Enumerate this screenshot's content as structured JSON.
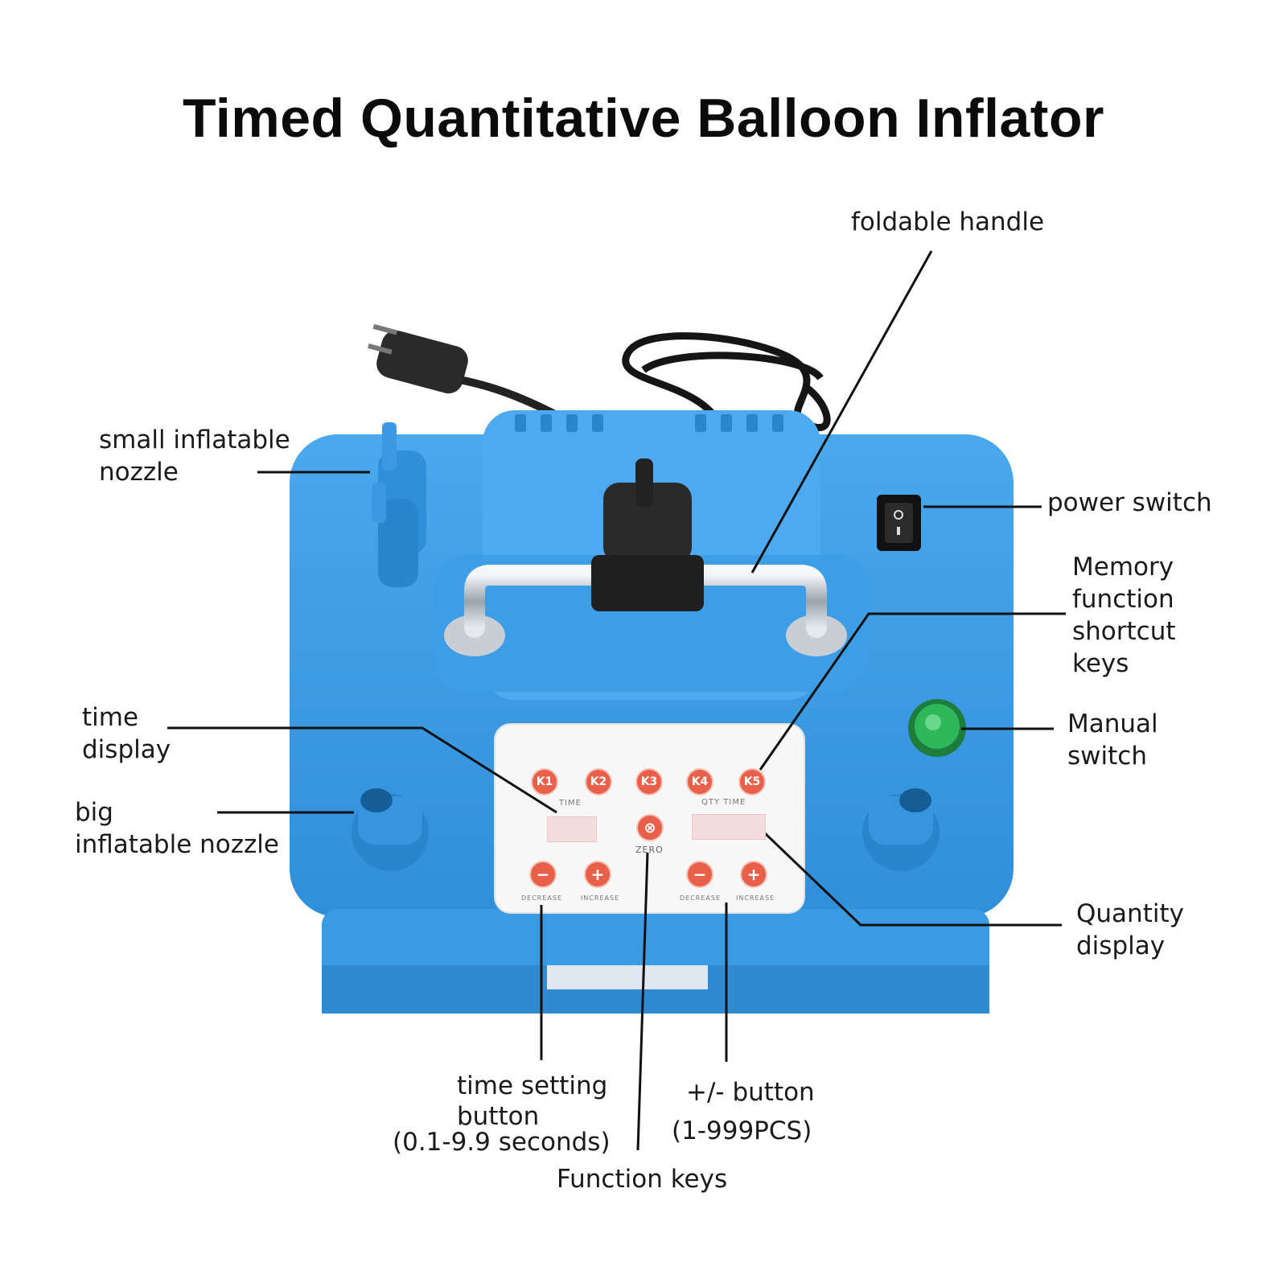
{
  "title": "Timed Quantitative Balloon Inflator",
  "labels": {
    "foldable_handle": "foldable handle",
    "small_nozzle": [
      "small inflatable",
      "nozzle"
    ],
    "power_switch": "power switch",
    "memory_keys": [
      "Memory",
      "function",
      "shortcut",
      "keys"
    ],
    "time_display": [
      "time",
      "display"
    ],
    "manual_switch": [
      "Manual",
      "switch"
    ],
    "big_nozzle": [
      "big",
      "inflatable nozzle"
    ],
    "quantity_display": [
      "Quantity",
      "display"
    ],
    "time_setting": [
      "time setting",
      "button",
      "(0.1-9.9 seconds)"
    ],
    "plus_minus": [
      "+/- button",
      "(1-999PCS)"
    ],
    "function_keys": "Function keys"
  },
  "panel": {
    "keys": [
      "K1",
      "K2",
      "K3",
      "K4",
      "K5"
    ],
    "time_label": "TIME",
    "qty_label": "QTY TIME",
    "zero_label": "ZERO",
    "decrease_label": "DECREASE",
    "increase_label": "INCREASE"
  },
  "colors": {
    "body_blue": "#3a9be3",
    "key_red": "#e8604a",
    "manual_green": "#2fb85a"
  }
}
